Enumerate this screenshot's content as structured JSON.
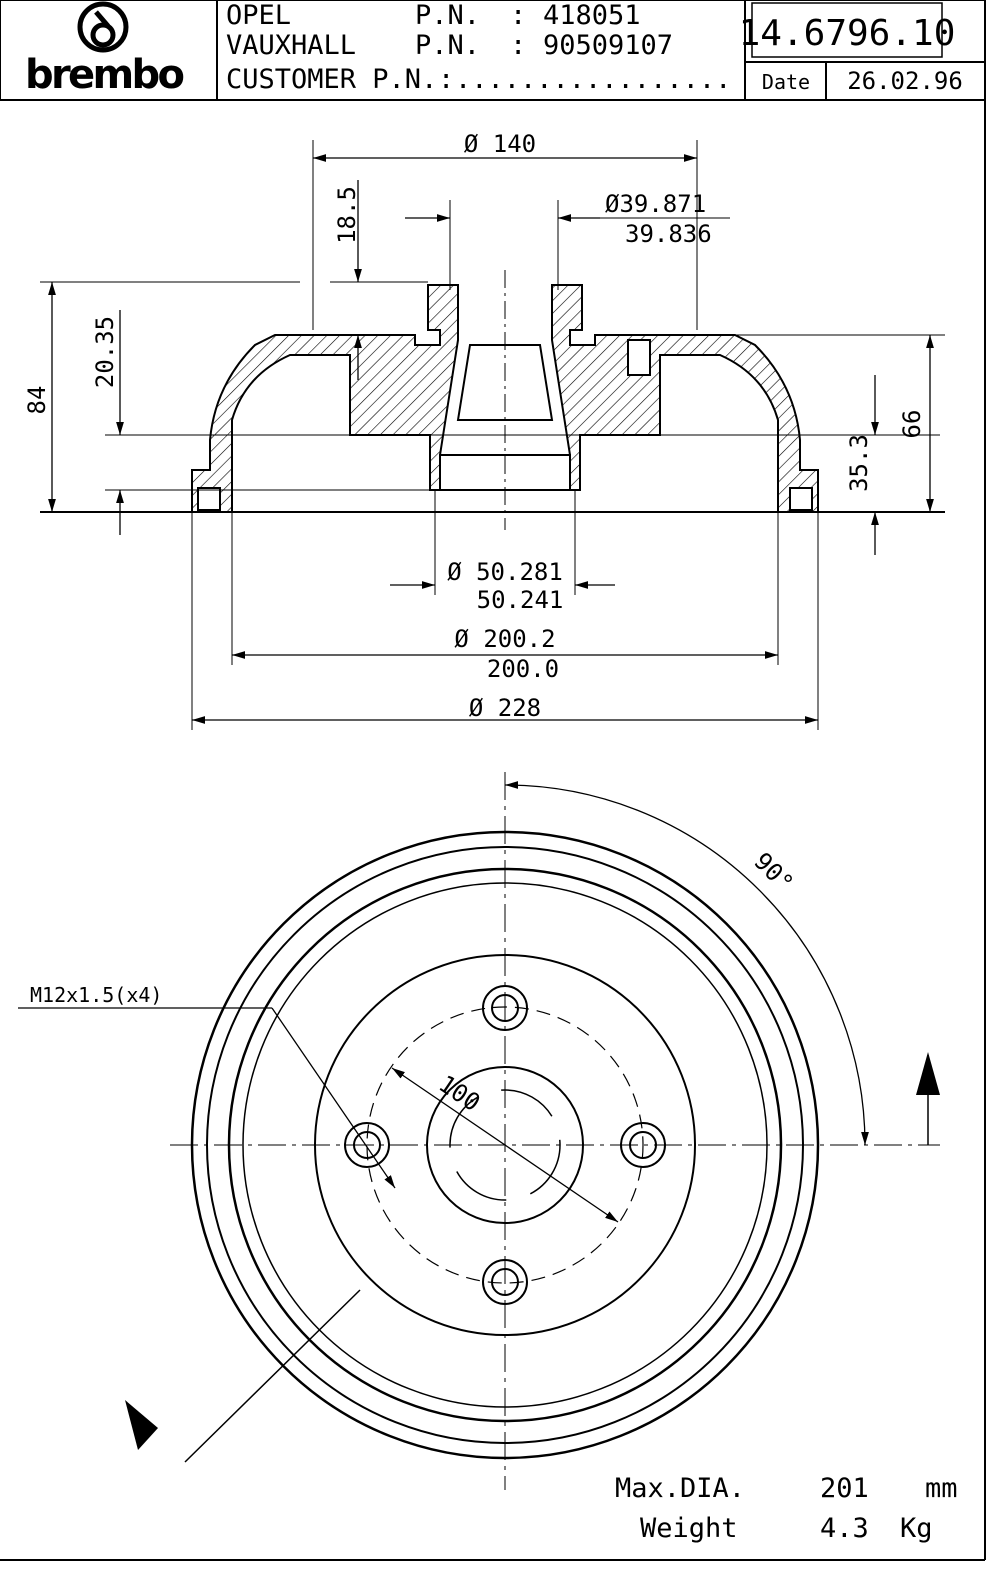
{
  "title_block": {
    "logo_text": "brembo",
    "rows": [
      {
        "brand": "OPEL",
        "pn_label": "P.N.",
        "separator": ":",
        "value": "418051"
      },
      {
        "brand": "VAUXHALL",
        "pn_label": "P.N.",
        "separator": ":",
        "value": "90509107"
      },
      {
        "brand": "CUSTOMER P.N.",
        "pn_label": "",
        "separator": ":",
        "value": "................."
      }
    ],
    "part_number": "14.6796.10",
    "date_label": "Date",
    "date_value": "26.02.96"
  },
  "section_dimensions": {
    "dia_140": "Ø 140",
    "hub_depth": "18.5",
    "bore_dia_max": "Ø39.871",
    "bore_dia_min": "39.836",
    "total_height": "84",
    "hub_height": "20.35",
    "height_66": "66",
    "height_35_3": "35.3",
    "pilot_dia_max": "Ø 50.281",
    "pilot_dia_min": "50.241",
    "drum_dia_max": "Ø 200.2",
    "drum_dia_min": "200.0",
    "outer_dia": "Ø 228"
  },
  "plan_view": {
    "angle": "90°",
    "thread": "M12x1.5(x4)",
    "pcd": "100"
  },
  "specs": {
    "max_dia_label": "Max.DIA.",
    "max_dia_value": "201",
    "max_dia_unit": "mm",
    "weight_label": "Weight",
    "weight_value": "4.3",
    "weight_unit": "Kg"
  }
}
